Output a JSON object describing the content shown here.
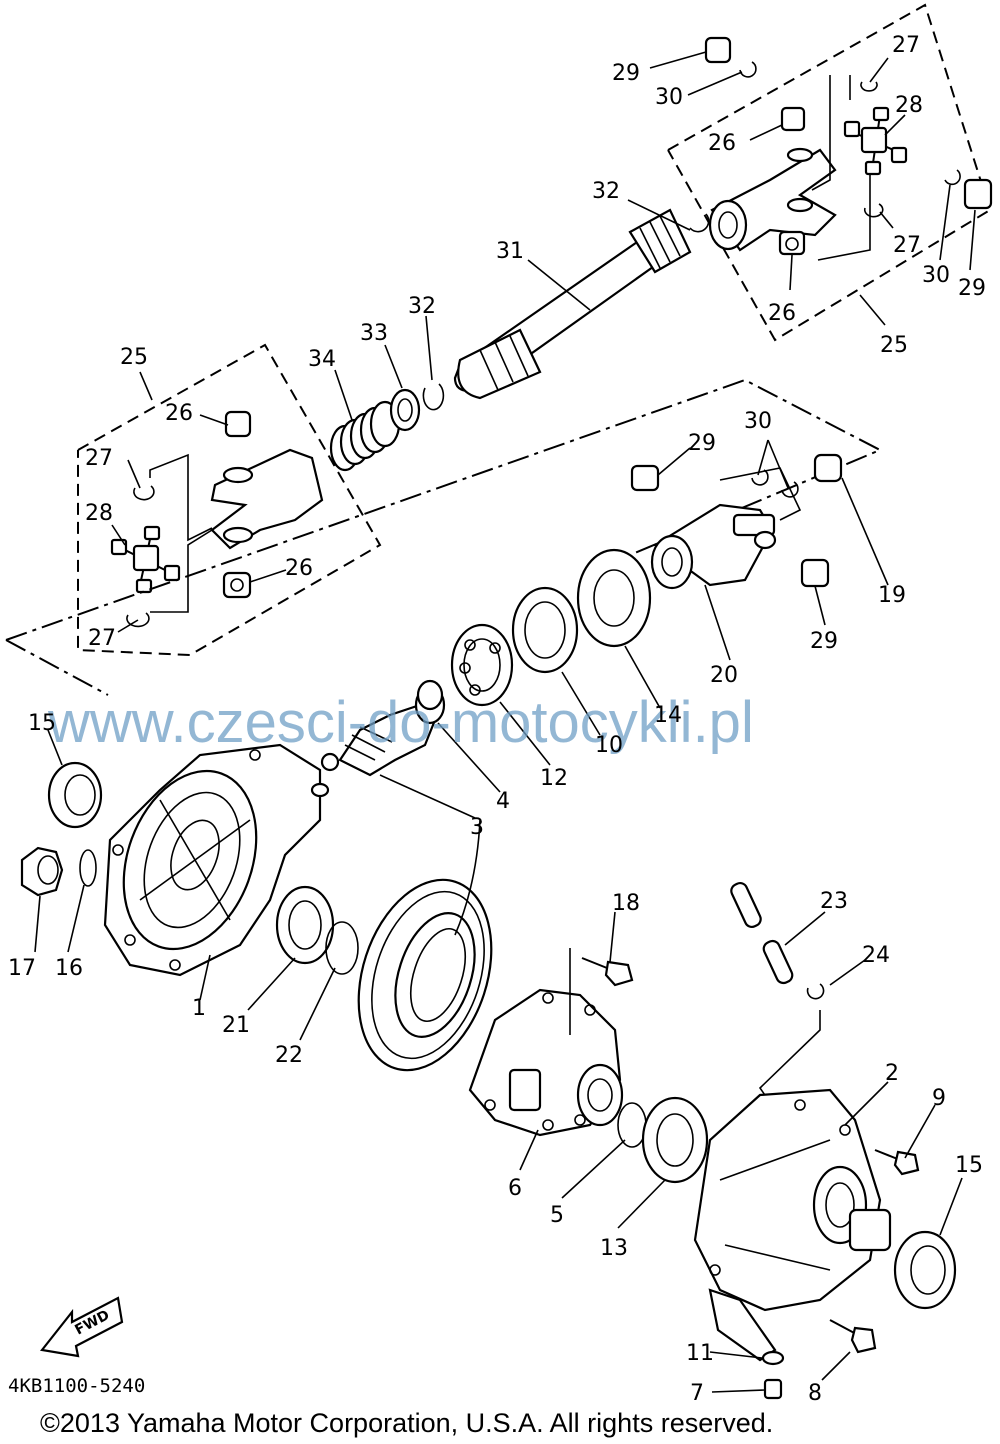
{
  "diagram": {
    "watermark": "www.czesci-do-motocykli.pl",
    "fwd_label": "FWD",
    "part_code": "4KB1100-5240",
    "copyright": "©2013 Yamaha Motor Corporation, U.S.A. All rights reserved.",
    "labels": {
      "p1": "1",
      "p2": "2",
      "p3": "3",
      "p4": "4",
      "p5": "5",
      "p6": "6",
      "p7": "7",
      "p8": "8",
      "p9": "9",
      "p10": "10",
      "p11": "11",
      "p12": "12",
      "p13": "13",
      "p14": "14",
      "p15a": "15",
      "p15b": "15",
      "p16": "16",
      "p17": "17",
      "p18": "18",
      "p19": "19",
      "p20": "20",
      "p21": "21",
      "p22": "22",
      "p23": "23",
      "p24": "24",
      "p25a": "25",
      "p25b": "25",
      "p26a": "26",
      "p26b": "26",
      "p26c": "26",
      "p26d": "26",
      "p27a": "27",
      "p27b": "27",
      "p27c": "27",
      "p27d": "27",
      "p28a": "28",
      "p28b": "28",
      "p29a": "29",
      "p29b": "29",
      "p29c": "29",
      "p29d": "29",
      "p30a": "30",
      "p30b": "30",
      "p30c": "30",
      "p31": "31",
      "p32a": "32",
      "p32b": "32",
      "p33": "33",
      "p34": "34"
    }
  }
}
